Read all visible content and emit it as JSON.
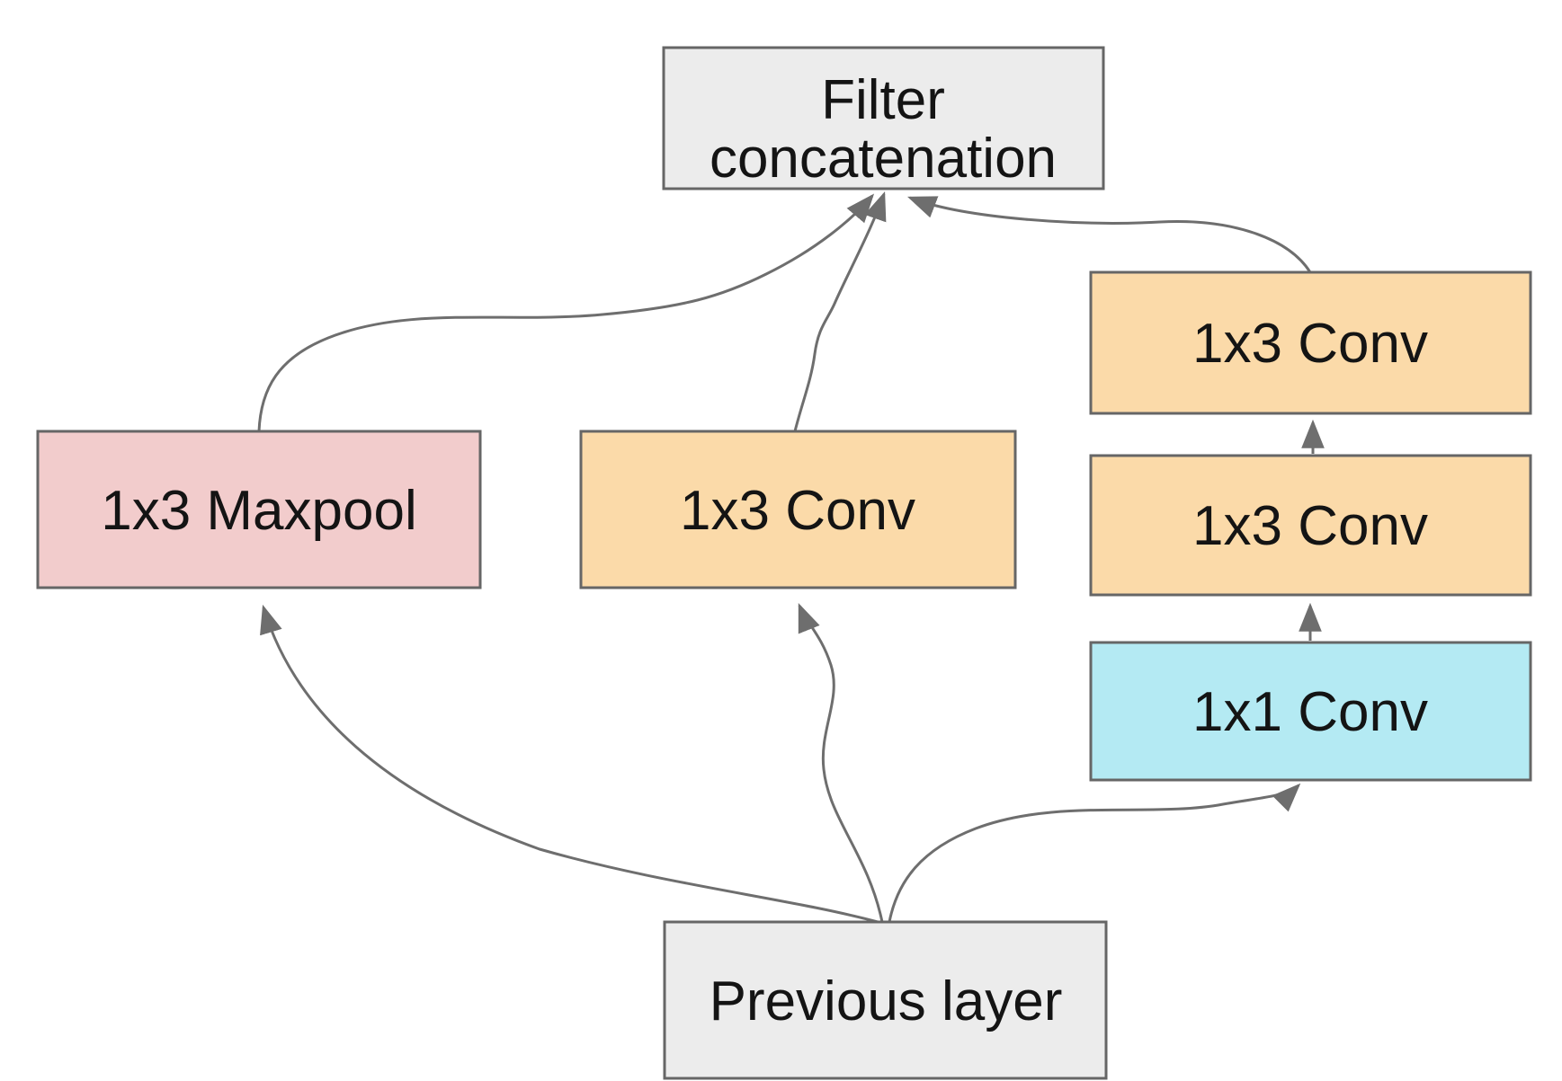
{
  "diagram": {
    "nodes": {
      "filter_concat": {
        "label_lines": [
          "Filter",
          "concatenation"
        ],
        "fill": "#ececec"
      },
      "maxpool_1x3": {
        "label": "1x3 Maxpool",
        "fill": "#f2cccc"
      },
      "conv_1x3_mid": {
        "label": "1x3 Conv",
        "fill": "#fbdaa9"
      },
      "conv_1x3_right_upper": {
        "label": "1x3 Conv",
        "fill": "#fbdaa9"
      },
      "conv_1x3_right_lower": {
        "label": "1x3 Conv",
        "fill": "#fbdaa9"
      },
      "conv_1x1": {
        "label": "1x1 Conv",
        "fill": "#b4eaf3"
      },
      "previous_layer": {
        "label": "Previous layer",
        "fill": "#ececec"
      }
    },
    "edges": [
      {
        "from": "previous_layer",
        "to": "maxpool_1x3"
      },
      {
        "from": "previous_layer",
        "to": "conv_1x3_mid"
      },
      {
        "from": "previous_layer",
        "to": "conv_1x1"
      },
      {
        "from": "conv_1x1",
        "to": "conv_1x3_right_lower"
      },
      {
        "from": "conv_1x3_right_lower",
        "to": "conv_1x3_right_upper"
      },
      {
        "from": "maxpool_1x3",
        "to": "filter_concat"
      },
      {
        "from": "conv_1x3_mid",
        "to": "filter_concat"
      },
      {
        "from": "conv_1x3_right_upper",
        "to": "filter_concat"
      }
    ],
    "colors": {
      "box_border": "#666666",
      "connector": "#6e6e6e",
      "text": "#141414",
      "background": "#ffffff"
    }
  }
}
